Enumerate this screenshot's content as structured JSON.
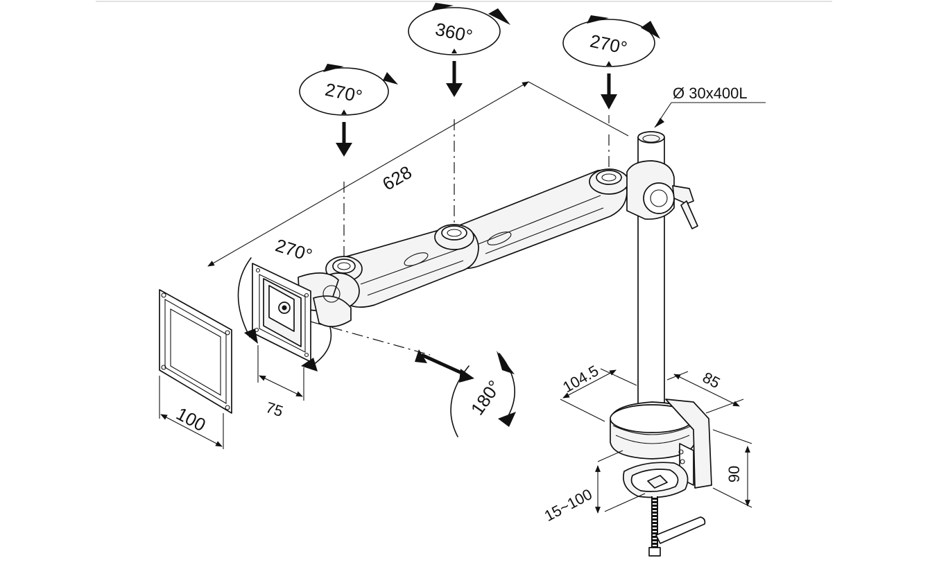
{
  "rotation_labels": {
    "left": "270°",
    "center": "360°",
    "right": "270°",
    "head_tilt": "270°",
    "head_swivel": "180°"
  },
  "dimensions": {
    "arm_length": "628",
    "vesa_large": "100",
    "vesa_small": "75",
    "clamp_depth": "104.5",
    "clamp_width": "85",
    "clamp_height": "90",
    "desk_thickness": "15~100"
  },
  "pole_spec": "Ø 30x400L"
}
